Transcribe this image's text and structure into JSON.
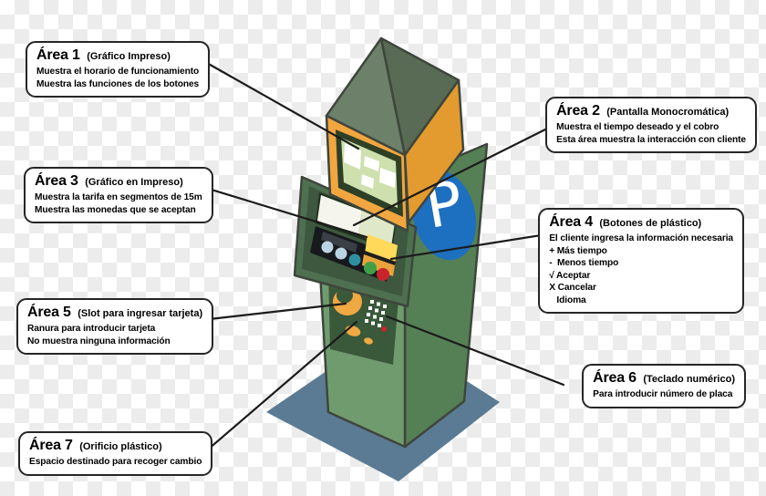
{
  "callouts": [
    {
      "title": "Área 1",
      "subtitle": "(Gráfico Impreso)",
      "lines": [
        "Muestra el horario de funcionamiento",
        "Muestra las funciones de los botones"
      ]
    },
    {
      "title": "Área 2",
      "subtitle": "(Pantalla Monocromática)",
      "lines": [
        "Muestra el tiempo deseado y el cobro",
        "Esta área muestra la interacción con cliente"
      ]
    },
    {
      "title": "Área 3",
      "subtitle": "(Gráfico en Impreso)",
      "lines": [
        "Muestra la tarifa en segmentos de 15m",
        "Muestra las monedas que se aceptan"
      ]
    },
    {
      "title": "Área 4",
      "subtitle": "(Botones de plástico)",
      "lines": [
        "El cliente ingresa la información necesaria",
        "+ Más tiempo",
        "-  Menos tiempo",
        "√ Aceptar",
        "X Cancelar",
        "   Idioma"
      ]
    },
    {
      "title": "Área 5",
      "subtitle": "(Slot para ingresar tarjeta)",
      "lines": [
        "Ranura para introducir tarjeta",
        "No muestra ninguna información"
      ]
    },
    {
      "title": "Área 6",
      "subtitle": "(Teclado numérico)",
      "lines": [
        "Para introducir número de placa"
      ]
    },
    {
      "title": "Área 7",
      "subtitle": "(Orificio plástico)",
      "lines": [
        "Espacio destinado para recoger cambio"
      ]
    }
  ],
  "machine": {
    "parking_sign_letter": "P"
  },
  "colors": {
    "base_platform": "#5b7b94",
    "body_front": "#709b6e",
    "body_side": "#558055",
    "panel_dark": "#3a583a",
    "control_outer": "#4f7050",
    "control_inner": "#3d583f",
    "roof_left": "#6d806a",
    "roof_right": "#596b54",
    "band_front": "#f2a640",
    "band_side": "#e39a2e",
    "screen_print_bg": "#cde0ae",
    "screen_print_frame": "#2e4026",
    "display_white": "#f5f5ee",
    "display_green": "#dfe8c8",
    "recess_black": "#17191c",
    "slot_yellow": "#ffd95a",
    "slot_orange": "#e8a33b",
    "accent_yellow": "#f0a843",
    "button_light_blue": "#b9d3e4",
    "button_teal": "#2f8fa3",
    "button_green": "#3fa04a",
    "button_red": "#c7242c",
    "sign_blue": "#1d6fc0",
    "line_color": "#1b1b1b",
    "outline": "#3e463c"
  }
}
